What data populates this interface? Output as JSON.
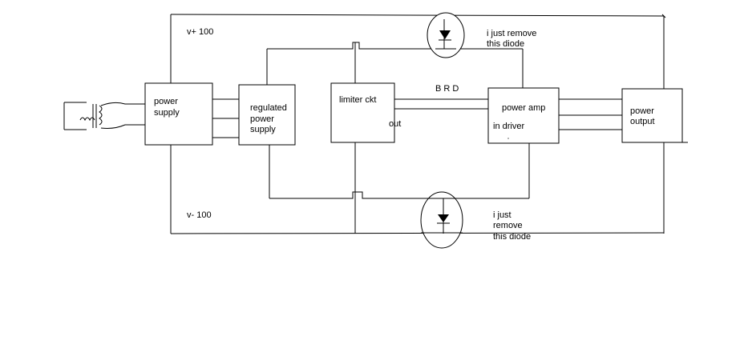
{
  "blocks": {
    "power_supply": [
      "power",
      "supply"
    ],
    "regulated_power_supply": [
      "regulated",
      "power",
      "supply"
    ],
    "limiter": {
      "title": "limiter ckt",
      "out_label": "out"
    },
    "power_amp": {
      "title": "power amp",
      "sub": "in  driver"
    },
    "power_output": [
      "power",
      "output"
    ]
  },
  "rails": {
    "positive": "v+ 100",
    "negative": "v- 100"
  },
  "signal_label": "B R D",
  "annotations": {
    "top": [
      "i just remove",
      "this diode"
    ],
    "bottom": [
      "i just",
      "remove",
      "this diode"
    ]
  }
}
